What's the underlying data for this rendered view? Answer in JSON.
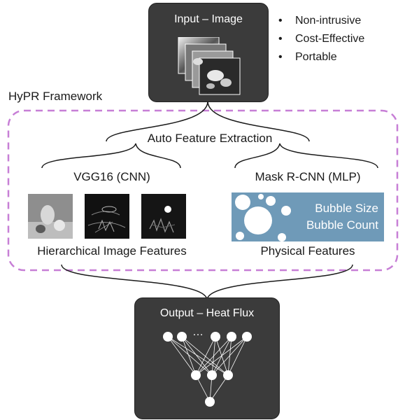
{
  "input": {
    "title": "Input – Image",
    "bullets": [
      "Non-intrusive",
      "Cost-Effective",
      "Portable"
    ]
  },
  "framework": {
    "label": "HyPR Framework"
  },
  "extraction": {
    "title": "Auto Feature Extraction"
  },
  "vgg": {
    "title": "VGG16 (CNN)",
    "caption": "Hierarchical Image Features"
  },
  "mask": {
    "title": "Mask R-CNN (MLP)",
    "line1": "Bubble Size",
    "line2": "Bubble Count",
    "caption": "Physical Features"
  },
  "output": {
    "title": "Output – Heat Flux",
    "ellipsis": "…"
  },
  "colors": {
    "box_fill": "#3b3b3b",
    "dashed_border": "#c77fd6",
    "bubble_panel": "#6f9ab8"
  }
}
